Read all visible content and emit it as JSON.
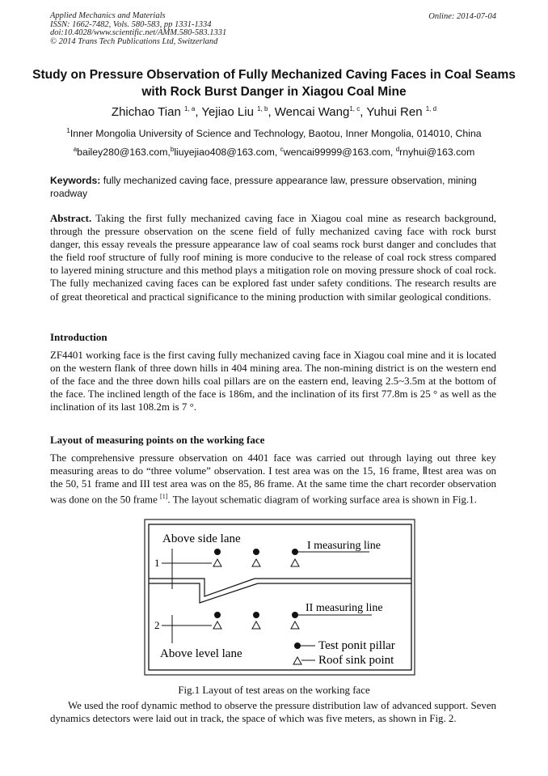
{
  "header": {
    "journal": "Applied Mechanics and Materials",
    "issn": "ISSN: 1662-7482, Vols. 580-583, pp 1331-1334",
    "doi": "doi:10.4028/www.scientific.net/AMM.580-583.1331",
    "copyright": "© 2014 Trans Tech Publications Ltd, Switzerland",
    "online": "Online: 2014-07-04"
  },
  "title": "Study on Pressure Observation of Fully Mechanized Caving Faces in Coal Seams with Rock Burst Danger in Xiagou Coal Mine",
  "authors": [
    {
      "name": "Zhichao Tian",
      "sup": "1, a"
    },
    {
      "name": "Yejiao Liu",
      "sup": "1, b"
    },
    {
      "name": "Wencai Wang",
      "sup": "1, c"
    },
    {
      "name": "Yuhui Ren",
      "sup": "1, d"
    }
  ],
  "affiliation": {
    "sup": "1",
    "text": "Inner Mongolia University of Science and Technology, Baotou, Inner Mongolia, 014010, China"
  },
  "emails": [
    {
      "sup": "a",
      "text": "bailey280@163.com,"
    },
    {
      "sup": "b",
      "text": "liuyejiao408@163.com,"
    },
    {
      "sup": "c",
      "text": "wencai99999@163.com,"
    },
    {
      "sup": "d",
      "text": "rnyhui@163.com"
    }
  ],
  "keywords": {
    "label": "Keywords:",
    "text": " fully mechanized caving face, pressure appearance law, pressure observation, mining roadway"
  },
  "abstract": {
    "label": "Abstract.",
    "text": " Taking the first fully mechanized caving face in Xiagou coal mine as research background, through the pressure observation on the scene field of fully mechanized caving face with rock burst danger, this essay reveals the pressure appearance law of coal seams rock burst danger and concludes that the field roof structure of fully roof mining is more conducive to the release of coal rock stress compared to layered mining structure and this method plays a mitigation role on moving pressure shock of coal rock. The fully mechanized caving faces can be explored fast under safety conditions. The research results are of great theoretical and practical significance to the mining production with similar geological conditions."
  },
  "introduction": {
    "heading": "Introduction",
    "text": "ZF4401 working face is the first caving fully mechanized caving face in Xiagou coal mine and it is located on the western flank of three down hills in 404 mining area. The non-mining district is on the western end of the face and the three down hills coal pillars are on the eastern end, leaving 2.5~3.5m at the bottom of the face. The inclined length of the face is 186m, and the inclination of its first 77.8m is 25 ° as well as the inclination of its last 108.2m is 7 °."
  },
  "layout": {
    "heading": "Layout of measuring points on the working face",
    "text_before_ref": "The comprehensive pressure observation on 4401 face was carried out through laying out three key measuring areas to do “three volume” observation. I test area was on the 15, 16 frame, Ⅱtest area was on the 50, 51 frame and III test area was on the 85, 86 frame. At the same time the chart recorder observation was done on the 50 frame ",
    "ref": "[1]",
    "text_after_ref": ". The layout schematic diagram of working surface area is shown in Fig.1."
  },
  "figure": {
    "caption": "Fig.1 Layout of test areas on the working face",
    "above_side_lane": "Above side lane",
    "above_level_lane": "Above level lane",
    "line1": "I  measuring line",
    "line2": "II measuring line",
    "point1": "1",
    "point2": "2",
    "legend_pillar": "Test ponit pillar",
    "legend_sink": "Roof sink point"
  },
  "closing": "We used the roof dynamic method to observe the pressure distribution law of advanced support. Seven dynamics detectors were laid out in track, the space of which was five meters, as shown in Fig. 2."
}
